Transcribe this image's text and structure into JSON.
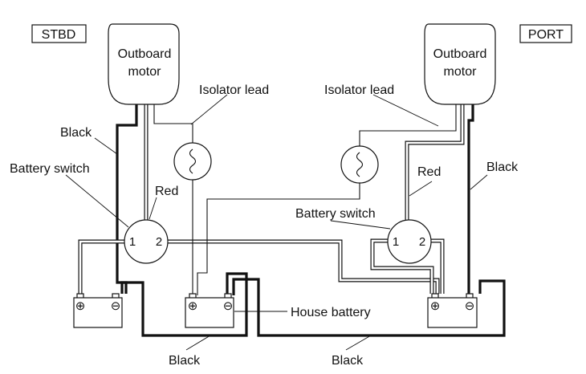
{
  "tags": {
    "stbd": "STBD",
    "port": "PORT"
  },
  "motors": {
    "stbd": {
      "line1": "Outboard",
      "line2": "motor"
    },
    "port": {
      "line1": "Outboard",
      "line2": "motor"
    }
  },
  "labels": {
    "isolator_lead_stbd": "Isolator lead",
    "isolator_lead_port": "Isolator lead",
    "black_stbd_motor": "Black",
    "black_port_motor": "Black",
    "battery_switch_stbd": "Battery switch",
    "battery_switch_port": "Battery switch",
    "red_stbd": "Red",
    "red_port": "Red",
    "house_battery": "House battery",
    "black_bottom_left": "Black",
    "black_bottom_right": "Black"
  },
  "switches": {
    "stbd": {
      "pos1": "1",
      "pos2": "2"
    },
    "port": {
      "pos1": "1",
      "pos2": "2"
    }
  },
  "battery_terminals": {
    "positive": "⊕",
    "negative": "⊖"
  }
}
